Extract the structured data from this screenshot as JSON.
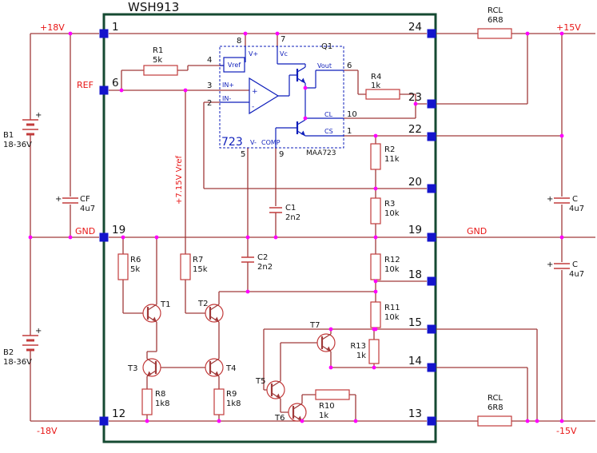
{
  "app": {
    "title": "WSH913"
  },
  "colors": {
    "wire": "#a03a3a",
    "label_red": "#e81515",
    "pin_blue": "#1414cc",
    "frame_green": "#154a32",
    "ic_blue": "#0f1fbb",
    "junction_magenta": "#ff00ff"
  },
  "rails": {
    "p18": "+18V",
    "n18": "-18V",
    "ref": "REF",
    "gnd_left": "GND",
    "gnd_right": "GND",
    "p15": "+15V",
    "n15": "-15V",
    "vref_rail": "+7.15V Vref"
  },
  "module_pins": {
    "left": [
      "1",
      "6",
      "19",
      "12"
    ],
    "right": [
      "24",
      "23",
      "22",
      "20",
      "19",
      "18",
      "15",
      "14",
      "13"
    ]
  },
  "batteries": {
    "b1": {
      "name": "B1",
      "value": "18-36V"
    },
    "b2": {
      "name": "B2",
      "value": "18-36V"
    }
  },
  "capacitors": {
    "cf": {
      "name": "CF",
      "value": "4u7"
    },
    "c_top": {
      "name": "C",
      "value": "4u7"
    },
    "c_bot": {
      "name": "C",
      "value": "4u7"
    },
    "c1": {
      "name": "C1",
      "value": "2n2"
    },
    "c2": {
      "name": "C2",
      "value": "2n2"
    }
  },
  "resistors": {
    "r1": {
      "name": "R1",
      "value": "5k"
    },
    "r2": {
      "name": "R2",
      "value": "11k"
    },
    "r3": {
      "name": "R3",
      "value": "10k"
    },
    "r4": {
      "name": "R4",
      "value": "1k"
    },
    "r6": {
      "name": "R6",
      "value": "5k"
    },
    "r7": {
      "name": "R7",
      "value": "15k"
    },
    "r8": {
      "name": "R8",
      "value": "1k8"
    },
    "r9": {
      "name": "R9",
      "value": "1k8"
    },
    "r10": {
      "name": "R10",
      "value": "1k"
    },
    "r11": {
      "name": "R11",
      "value": "10k"
    },
    "r12": {
      "name": "R12",
      "value": "10k"
    },
    "r13": {
      "name": "R13",
      "value": "1k"
    },
    "rcl_top": {
      "name": "RCL",
      "value": "6R8"
    },
    "rcl_bot": {
      "name": "RCL",
      "value": "6R8"
    }
  },
  "transistors": {
    "q1": "Q1",
    "t1": "T1",
    "t2": "T2",
    "t3": "T3",
    "t4": "T4",
    "t5": "T5",
    "t6": "T6",
    "t7": "T7"
  },
  "ic723": {
    "label": "723",
    "part": "MAA723",
    "pin_numbers": {
      "p1": "1",
      "p2": "2",
      "p3": "3",
      "p4": "4",
      "p5": "5",
      "p6": "6",
      "p7": "7",
      "p8": "8",
      "p9": "9",
      "p10": "10"
    },
    "signals": {
      "vref": "Vref",
      "v_plus": "V+",
      "vc": "Vc",
      "in_plus": "IN+",
      "in_minus": "IN-",
      "v_minus": "V-",
      "comp": "COMP",
      "vout": "Vout",
      "cl": "CL",
      "cs": "CS"
    }
  },
  "symbols": {
    "plus": "+",
    "minus": "-"
  }
}
